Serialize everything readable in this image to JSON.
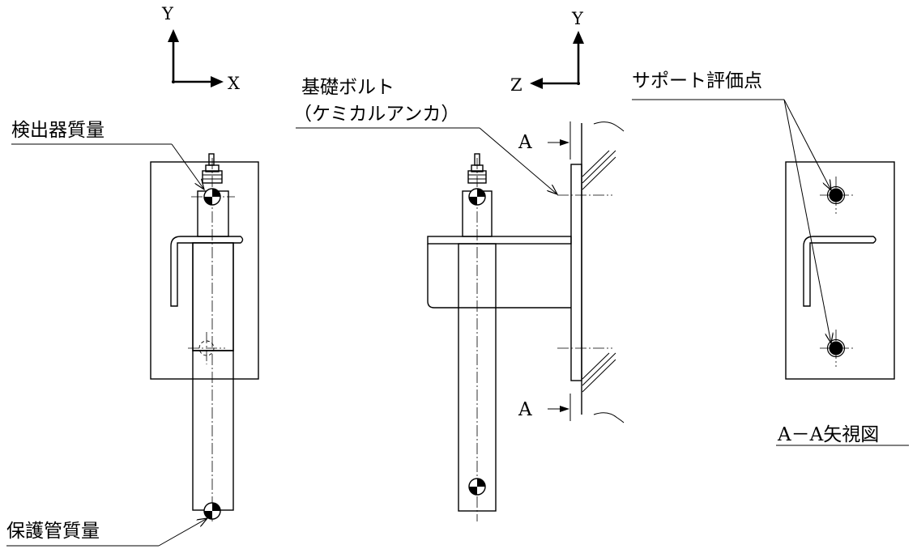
{
  "axes_left": {
    "y": "Y",
    "x": "X"
  },
  "axes_mid": {
    "y": "Y",
    "z": "Z"
  },
  "labels": {
    "detector_mass": "検出器質量",
    "protection_tube_mass": "保護管質量",
    "foundation_bolt_line1": "基礎ボルト",
    "foundation_bolt_line2": "（ケミカルアンカ）",
    "section_mark_top": "A",
    "section_mark_bottom": "A",
    "support_eval_point": "サポート評価点",
    "view_title": "A－A矢視図"
  }
}
